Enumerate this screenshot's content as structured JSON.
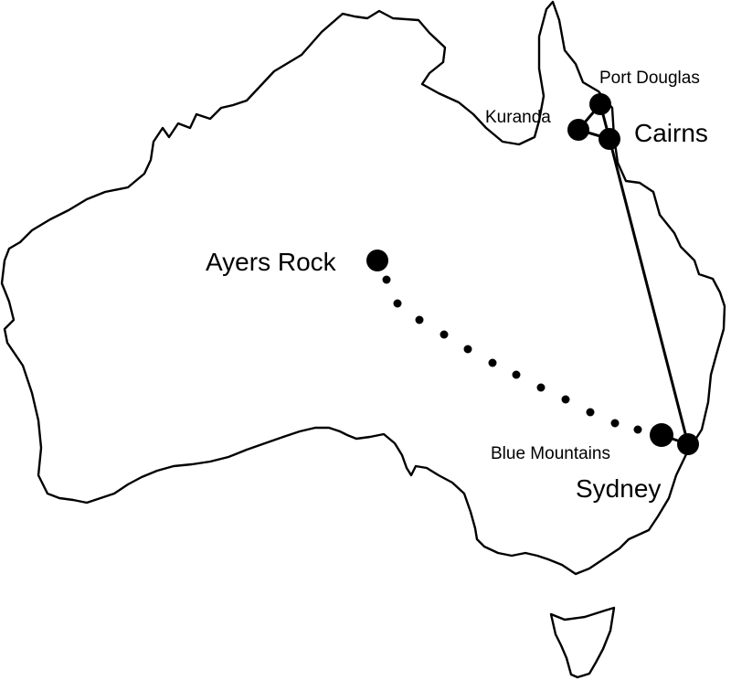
{
  "map": {
    "region": "Australia",
    "line_color": "#000000",
    "background_color": "#ffffff"
  },
  "places": {
    "ayers_rock": "Ayers Rock",
    "cairns": "Cairns",
    "port_douglas": "Port Douglas",
    "kuranda": "Kuranda",
    "blue_mountains": "Blue Mountains",
    "sydney": "Sydney"
  },
  "routes": [
    {
      "from": "Ayers Rock",
      "to": "Blue Mountains",
      "style": "dotted"
    },
    {
      "from": "Blue Mountains",
      "to": "Sydney",
      "style": "solid"
    },
    {
      "from": "Sydney",
      "to": "Cairns",
      "style": "solid"
    },
    {
      "from": "Cairns",
      "to": "Kuranda",
      "style": "solid"
    },
    {
      "from": "Kuranda",
      "to": "Port Douglas",
      "style": "solid"
    },
    {
      "from": "Port Douglas",
      "to": "Cairns",
      "style": "solid"
    }
  ]
}
